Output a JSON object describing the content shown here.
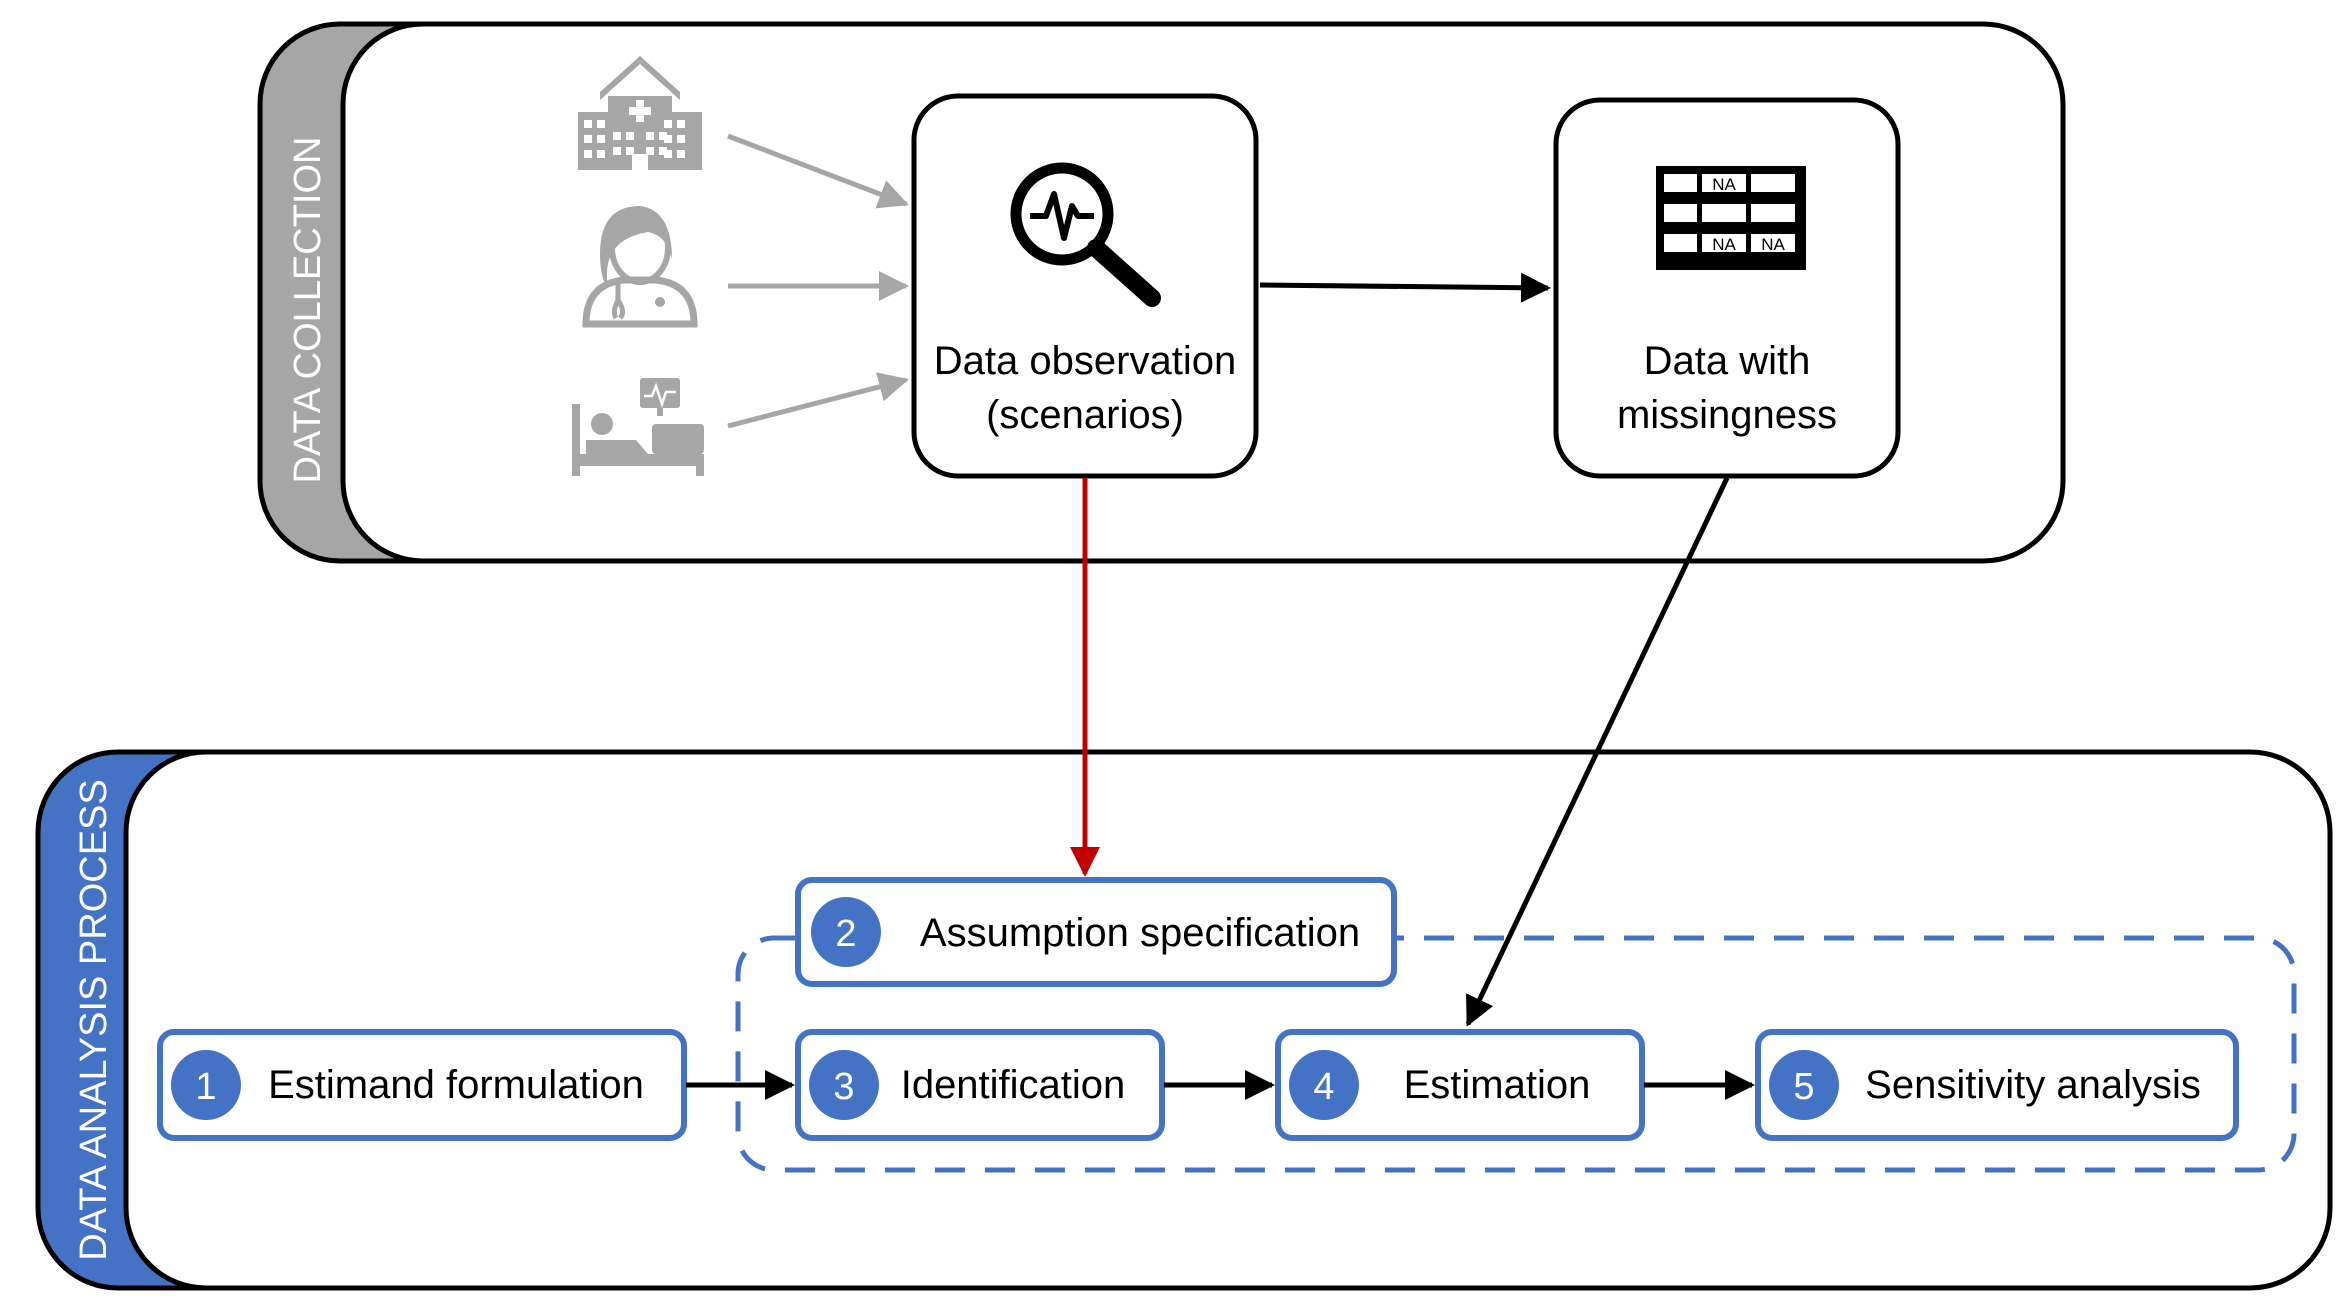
{
  "sections": {
    "collection_label": "DATA COLLECTION",
    "analysis_label": "DATA ANALYSIS PROCESS"
  },
  "sources": [
    {
      "icon": "hospital-icon"
    },
    {
      "icon": "doctor-icon"
    },
    {
      "icon": "patient-bed-monitor-icon"
    }
  ],
  "nodes": {
    "observation": {
      "line1": "Data observation",
      "line2": "(scenarios)",
      "icon": "magnifier-waveform-icon"
    },
    "missingness": {
      "line1": "Data with",
      "line2": "missingness",
      "icon": "table-na-icon",
      "cell_text": "NA"
    }
  },
  "steps": [
    {
      "number": "1",
      "label": "Estimand formulation"
    },
    {
      "number": "2",
      "label": "Assumption specification"
    },
    {
      "number": "3",
      "label": "Identification"
    },
    {
      "number": "4",
      "label": "Estimation"
    },
    {
      "number": "5",
      "label": "Sensitivity analysis"
    }
  ],
  "colors": {
    "collection_tab": "#a6a6a6",
    "analysis_tab": "#4472c4",
    "step_border": "#4472c4",
    "step_circle": "#4472c4",
    "icon_gray": "#a6a6a6",
    "red_arrow": "#c00000"
  }
}
